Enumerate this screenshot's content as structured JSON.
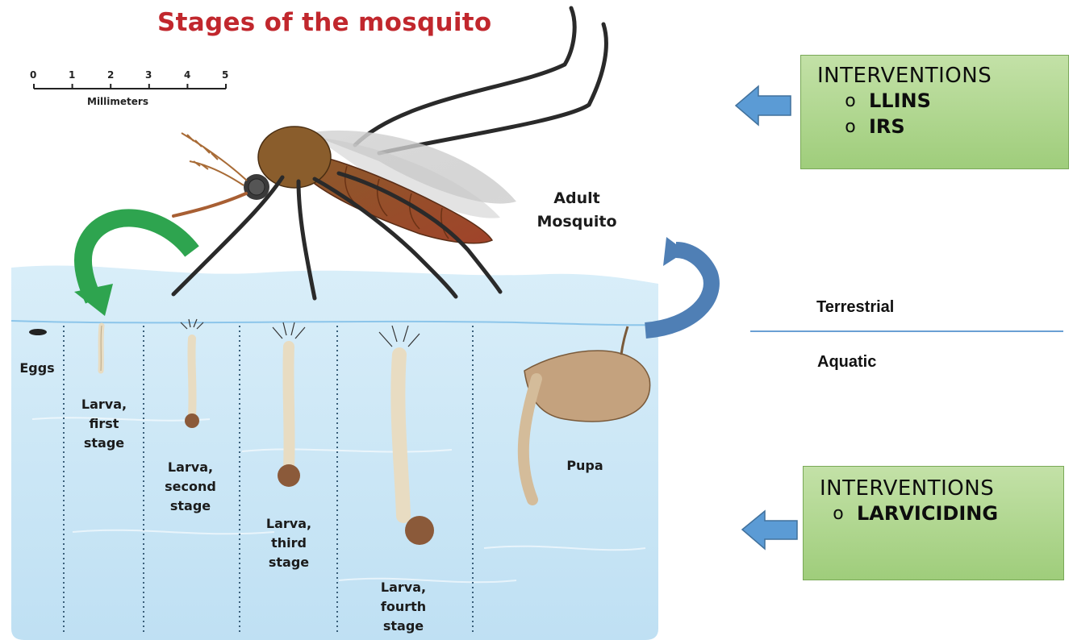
{
  "title": "Stages of the mosquito",
  "scale": {
    "ticks": [
      "0",
      "1",
      "2",
      "3",
      "4",
      "5"
    ],
    "unit_label": "Millimeters"
  },
  "stages": {
    "adult": "Adult\nMosquito",
    "eggs": "Eggs",
    "larva_first": "Larva,\nfirst\nstage",
    "larva_second": "Larva,\nsecond\nstage",
    "larva_third": "Larva,\nthird\nstage",
    "larva_fourth": "Larva,\nfourth\nstage",
    "pupa": "Pupa"
  },
  "habitat": {
    "terrestrial": "Terrestrial",
    "aquatic": "Aquatic"
  },
  "interventions_adult": {
    "title": "INTERVENTIONS",
    "bullet": "o",
    "items": [
      "LLINS",
      "IRS"
    ]
  },
  "interventions_aquatic": {
    "title": "INTERVENTIONS",
    "bullet": "o",
    "items": [
      "LARVICIDING"
    ]
  },
  "colors": {
    "title": "#c1272d",
    "box_fill": "#a9d18e",
    "arrow_blue": "#5b9bd5",
    "arrow_green": "#2ea44f",
    "water": "#cfe8f7"
  }
}
